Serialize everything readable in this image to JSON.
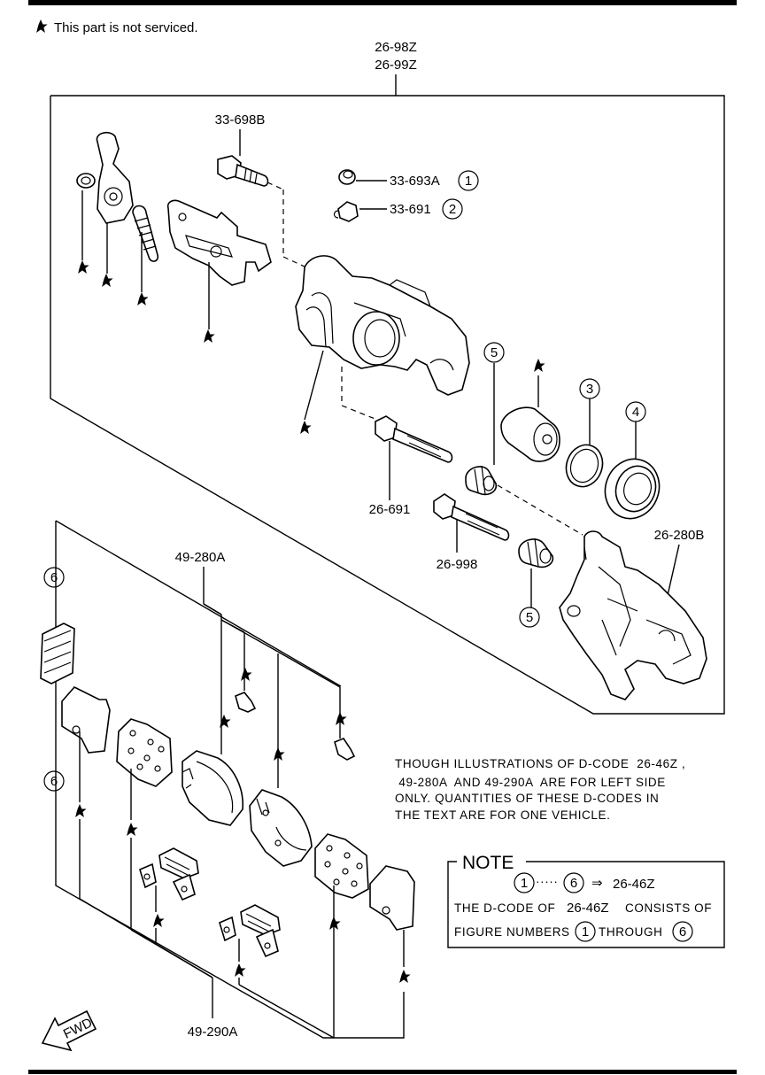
{
  "legend": {
    "symbol": "★",
    "text": "This part is not serviced."
  },
  "labels": {
    "assy_1": "26-98Z",
    "assy_2": "26-99Z",
    "bolt": "33-698B",
    "cap": "33-693A",
    "bleeder": "33-691",
    "pin_1": "26-691",
    "pin_2": "26-998",
    "bracket": "26-280B",
    "pad_set_1": "49-280A",
    "pad_set_2": "49-290A"
  },
  "circled_numbers": {
    "n1": "1",
    "n2": "2",
    "n3": "3",
    "n4": "4",
    "n5": "5",
    "n6": "6"
  },
  "info_text": {
    "line1": "THOUGH ILLUSTRATIONS OF D-CODE  26-46Z ,",
    "line2": " 49-280A  AND 49-290A  ARE FOR LEFT SIDE",
    "line3": "ONLY. QUANTITIES OF THESE D-CODES IN",
    "line4": "THE TEXT ARE FOR ONE VEHICLE."
  },
  "note": {
    "title": "NOTE",
    "range_dots": "·····",
    "arrow": "⇒",
    "range_code": "26-46Z",
    "line2_prefix": "THE D-CODE OF",
    "line2_code": "26-46Z",
    "line2_suffix": "CONSISTS OF",
    "line3_prefix": "FIGURE NUMBERS",
    "line3_mid": "THROUGH"
  },
  "fwd": "FWD"
}
